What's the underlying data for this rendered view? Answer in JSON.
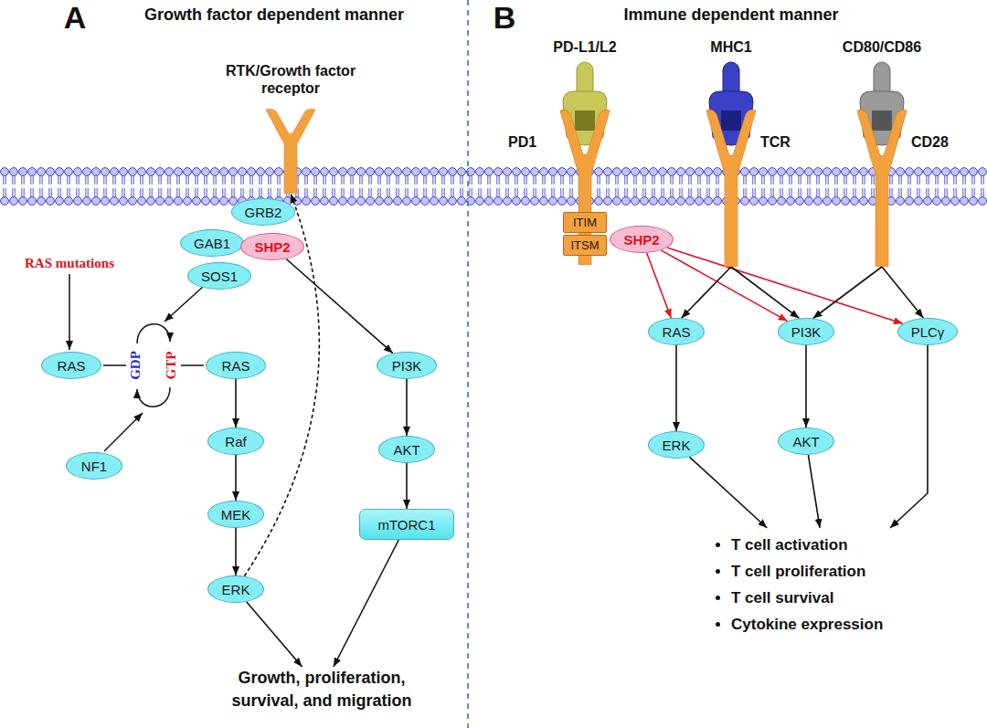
{
  "diagram": {
    "nodes": [
      {
        "text": [
          "RTK/Growth factor receptor"
        ]
      },
      {
        "text": [
          "GRB2"
        ]
      },
      {
        "text": [
          "GAB1"
        ]
      },
      {
        "text": [
          "SHP2"
        ]
      },
      {
        "text": [
          "SOS1"
        ]
      },
      {
        "text": [
          "RAS"
        ]
      },
      {
        "text": [
          "RAS"
        ]
      },
      {
        "text": [
          "PI3K"
        ]
      },
      {
        "text": [
          "NF1"
        ]
      },
      {
        "text": [
          "Raf"
        ]
      },
      {
        "text": [
          "AKT"
        ]
      },
      {
        "text": [
          "MEK"
        ]
      },
      {
        "text": [
          "mTORC1"
        ]
      },
      {
        "text": [
          "ERK"
        ]
      },
      {
        "text": [
          "Growth, proliferation, survival, and migration"
        ]
      },
      {
        "text": [
          "PD1"
        ]
      },
      {
        "text": [
          "TCR"
        ]
      },
      {
        "text": [
          "CD28"
        ]
      },
      {
        "text": [
          "ITIM"
        ]
      },
      {
        "text": [
          "ITSM"
        ]
      },
      {
        "text": [
          "SHP2"
        ]
      },
      {
        "text": [
          "RAS"
        ]
      },
      {
        "text": [
          "PI3K"
        ]
      },
      {
        "text": [
          "PLCγ"
        ]
      },
      {
        "text": [
          "ERK"
        ]
      },
      {
        "text": [
          "AKT"
        ]
      },
      {
        "text": [
          "T cell activation",
          "T cell proliferation",
          "T cell survival",
          "Cytokine expression"
        ]
      }
    ],
    "edges": [
      {
        "from": 6,
        "to": 9,
        "arrow": "to"
      },
      {
        "from": 9,
        "to": 11,
        "arrow": "to"
      },
      {
        "from": 11,
        "to": 13,
        "arrow": "to"
      },
      {
        "from": 13,
        "to": 0,
        "arrow": "to"
      },
      {
        "from": 3,
        "to": 7,
        "arrow": "to"
      },
      {
        "from": 7,
        "to": 10,
        "arrow": "to"
      },
      {
        "from": 10,
        "to": 12,
        "arrow": "to"
      },
      {
        "from": 13,
        "to": 14,
        "arrow": "to"
      },
      {
        "from": 12,
        "to": 14,
        "arrow": "to"
      },
      {
        "from": 20,
        "to": 21,
        "arrow": "to"
      },
      {
        "from": 20,
        "to": 22,
        "arrow": "to"
      },
      {
        "from": 20,
        "to": 23,
        "arrow": "to"
      },
      {
        "from": 16,
        "to": 21,
        "arrow": "to"
      },
      {
        "from": 16,
        "to": 22,
        "arrow": "to"
      },
      {
        "from": 17,
        "to": 22,
        "arrow": "to"
      },
      {
        "from": 17,
        "to": 23,
        "arrow": "to"
      },
      {
        "from": 21,
        "to": 24,
        "arrow": "to"
      },
      {
        "from": 22,
        "to": 25,
        "arrow": "to"
      },
      {
        "from": 24,
        "to": 26,
        "arrow": "to"
      },
      {
        "from": 25,
        "to": 26,
        "arrow": "to"
      },
      {
        "from": 23,
        "to": 26,
        "arrow": "to"
      }
    ],
    "labels": [
      "A",
      "Growth factor dependent manner",
      "RAS mutations",
      "GDP",
      "GTP",
      "B",
      "Immune dependent manner",
      "PD-L1/L2",
      "MHC1",
      "CD80/CD86"
    ]
  }
}
